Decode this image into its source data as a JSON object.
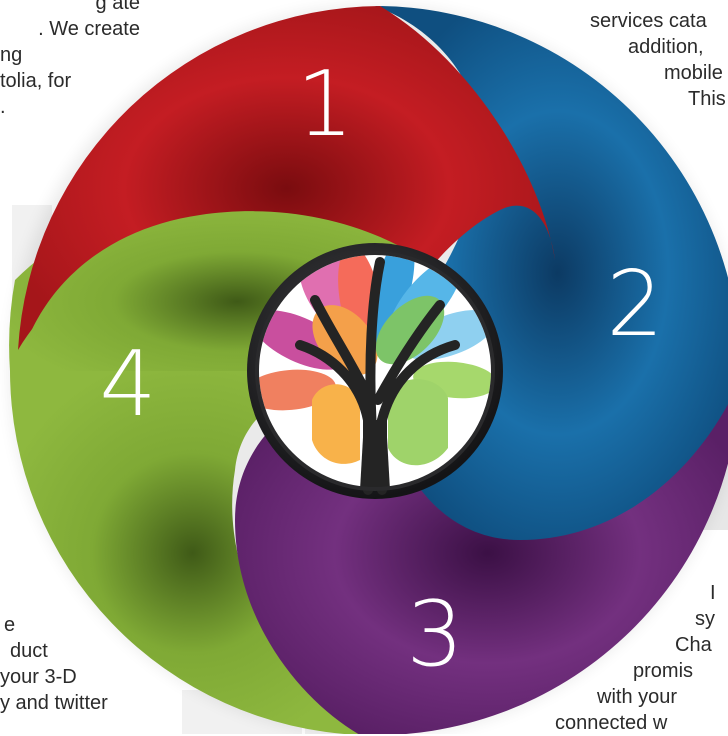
{
  "colors": {
    "segment_1": "#c01d22",
    "segment_2": "#1a70aa",
    "segment_3": "#6a2a7a",
    "segment_4": "#7aa333",
    "hub_ring": "#2a2a2c",
    "tree": "#242424"
  },
  "segments": [
    {
      "label": "1"
    },
    {
      "label": "2"
    },
    {
      "label": "3"
    },
    {
      "label": "4"
    }
  ],
  "center_icon": "tree-of-life-icon",
  "text_blocks": {
    "top_left": [
      "g      ate",
      ". We create",
      "ng",
      "tolia, for",
      "."
    ],
    "top_right": [
      "services cata",
      "addition,",
      "mobile",
      "This"
    ],
    "bottom_left": [
      "e",
      "duct",
      "your 3-D",
      "y and twitter"
    ],
    "bottom_right": [
      "I",
      "sy",
      "Cha",
      "promis",
      "with your",
      "connected w"
    ]
  }
}
